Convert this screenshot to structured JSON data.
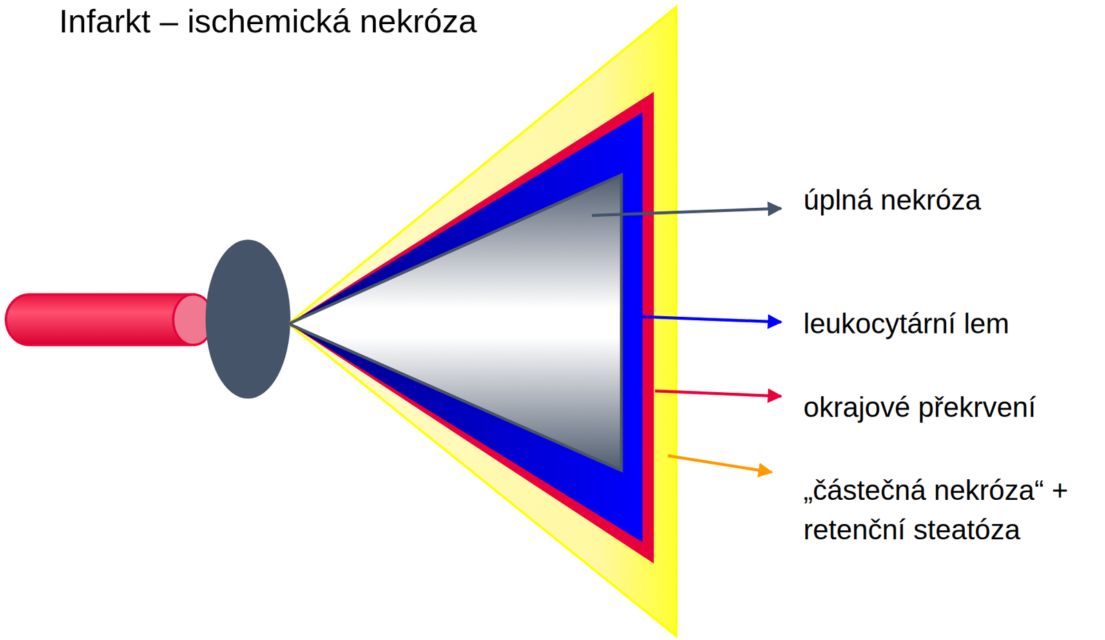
{
  "diagram": {
    "title": "Infarkt – ischemická nekróza",
    "labels": [
      "úplná nekróza",
      "leukocytární lem",
      "okrajové překrvení",
      "„částečná nekróza“ + retenční steatóza"
    ]
  }
}
